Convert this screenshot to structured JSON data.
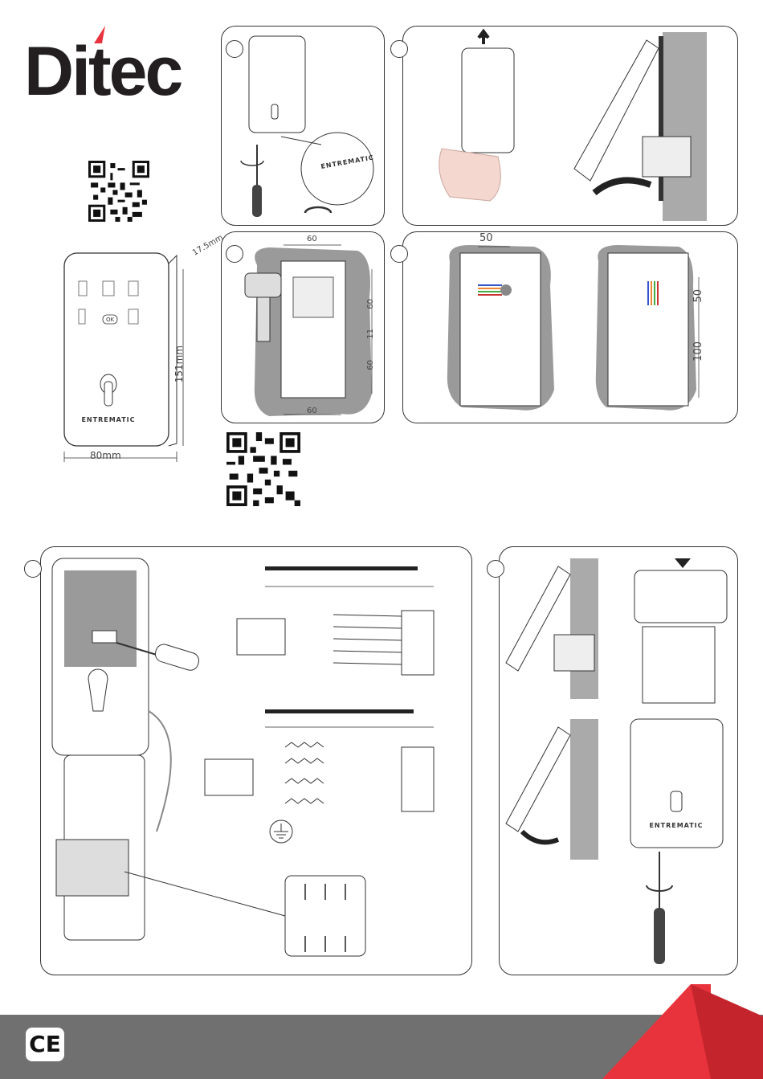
{
  "brand": {
    "logo_text": "Ditec",
    "accent_color": "#e8333c"
  },
  "product_label": "ENTREMATIC",
  "dimensions": {
    "depth": "17.5mm",
    "height": "151mm",
    "width": "80mm",
    "mount_60_top": "60",
    "mount_60_right_upper": "60",
    "mount_11": "11",
    "mount_60_right_lower": "60",
    "mount_60_bottom": "60",
    "cable_50_top": "50",
    "cable_50_side": "50",
    "cable_100_side": "100"
  },
  "keypad": {
    "ok_label": "OK"
  },
  "footer": {
    "ce_mark": "CE",
    "bar_color": "#707070"
  },
  "icons": [
    "logo-flame-icon",
    "qr-code-icon",
    "drill-icon",
    "screwdriver-icon",
    "rotate-arrow-icon",
    "up-arrow-icon",
    "down-arrow-icon",
    "ground-icon",
    "hand-icon"
  ]
}
